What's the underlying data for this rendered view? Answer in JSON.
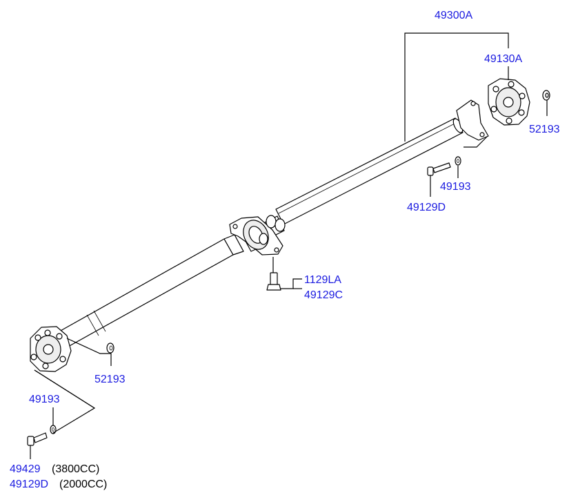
{
  "parts": {
    "p49300A": "49300A",
    "p49130A": "49130A",
    "p52193_top": "52193",
    "p49193_right": "49193",
    "p49129D_right": "49129D",
    "p1129LA": "1129LA",
    "p49129C": "49129C",
    "p52193_left": "52193",
    "p49193_left": "49193",
    "p49429": "49429",
    "p49129D_bottom": "49129D"
  },
  "notes": {
    "n3800": "(3800CC)",
    "n2000": "(2000CC)"
  },
  "colors": {
    "part_label": "#1a1ae0",
    "note_label": "#000000",
    "line": "#000000"
  }
}
